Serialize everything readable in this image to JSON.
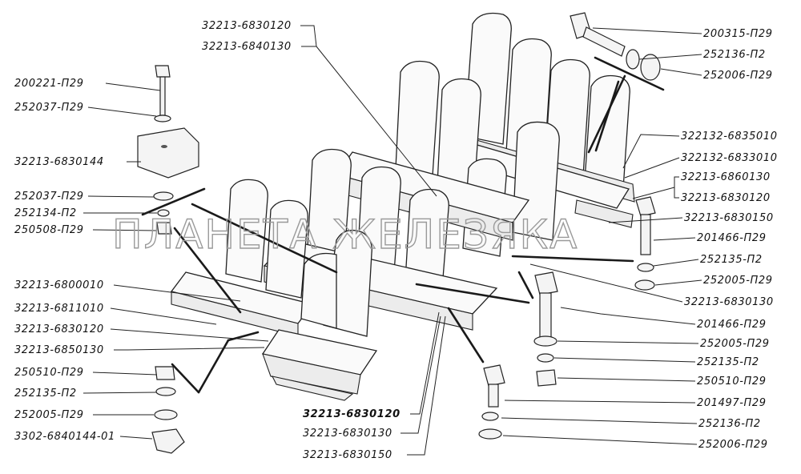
{
  "watermark": "ПЛАНЕТА ЖЕЛЕЗЯКА",
  "labels": {
    "l_200221": "200221-П29",
    "l_252037a": "252037-П29",
    "l_32213_6830144": "32213-6830144",
    "l_252037b": "252037-П29",
    "l_252134": "252134-П2",
    "l_250508": "250508-П29",
    "l_32213_6800010": "32213-6800010",
    "l_32213_6811010": "32213-6811010",
    "l_32213_6830120_left": "32213-6830120",
    "l_32213_6850130": "32213-6850130",
    "l_250510_left": "250510-П29",
    "l_252135_left": "252135-П2",
    "l_252005_left": "252005-П29",
    "l_3302": "3302-6840144-01",
    "l_32213_6830120_top": "32213-6830120",
    "l_32213_6840130": "32213-6840130",
    "l_32213_6830120_bottom": "32213-6830120",
    "l_32213_6830130_bottom": "32213-6830130",
    "l_32213_6830150_bottom": "32213-6830150",
    "l_200315": "200315-П29",
    "l_252136_top": "252136-П2",
    "l_252006_top": "252006-П29",
    "l_322132_6835010": "322132-6835010",
    "l_322132_6833010": "322132-6833010",
    "l_32213_6860130": "32213-6860130",
    "l_32213_6830120_right": "32213-6830120",
    "l_32213_6830150_right": "32213-6830150",
    "l_201466_a": "201466-П29",
    "l_252135_ra": "252135-П2",
    "l_252005_ra": "252005-П29",
    "l_32213_6830130_right": "32213-6830130",
    "l_201466_b": "201466-П29",
    "l_252005_rb": "252005-П29",
    "l_252135_rb": "252135-П2",
    "l_250510_right": "250510-П29",
    "l_201497": "201497-П29",
    "l_252136_bottom": "252136-П2",
    "l_252006_bottom": "252006-П29"
  }
}
